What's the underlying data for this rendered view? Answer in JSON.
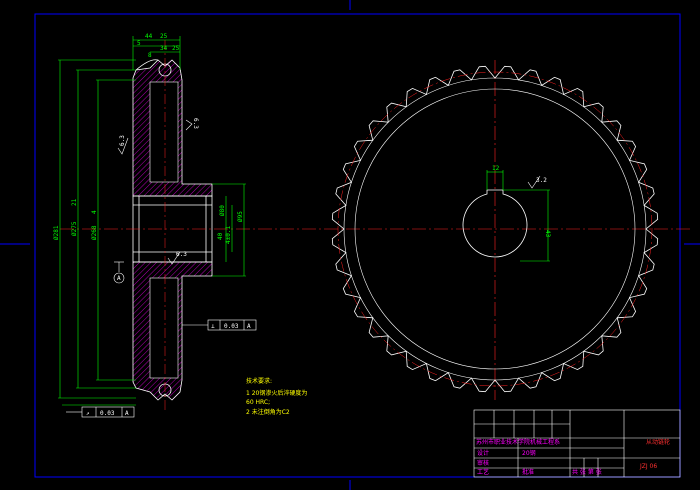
{
  "colors": {
    "background": "#000000",
    "frame": "#0000ff",
    "outline": "#ffffff",
    "dimension": "#00ff00",
    "centerline": "#ff2020",
    "hatch": "#ff00ff",
    "notes": "#ffff00"
  },
  "side_view": {
    "dims_top": [
      "44",
      "25",
      "5",
      "34",
      "25",
      "8"
    ],
    "dim_od": "Ø281",
    "dim_pitch": "Ø275",
    "dim_pitch_sub": "21",
    "dim_root": "Ø268",
    "dim_root_sub": "4",
    "dim_hub_outer": "Ø95",
    "dim_hub_outer_alt": "Ø80",
    "dim_bore": "40",
    "dim_bore_sub": "4±0.1",
    "roughness_upper": "6.3",
    "roughness_lower": "6.3",
    "roughness_right": "6.3",
    "datum_label": "A",
    "tol_right": [
      "⊥",
      "0.03",
      "A"
    ],
    "tol_bottom": [
      "↗",
      "0.03",
      "A"
    ]
  },
  "front_view": {
    "keyway_width": "12",
    "keyway_depth": "43",
    "roughness": "3.2"
  },
  "notes": {
    "heading": "技术要求:",
    "lines": [
      "1  20钢渗火后淬硬度为",
      "60 HRC;",
      "2  未注倒角为C2"
    ]
  },
  "title_block": {
    "part_name": "从动链轮",
    "drawing_no": "JZJ  06",
    "school_line": "苏州市职业技术学院机械工程系",
    "label_design": "设计",
    "label_check": "审核",
    "label_process": "工艺",
    "label_approve": "批准",
    "material": "20钢",
    "scale_row": "共  张 第  张"
  }
}
